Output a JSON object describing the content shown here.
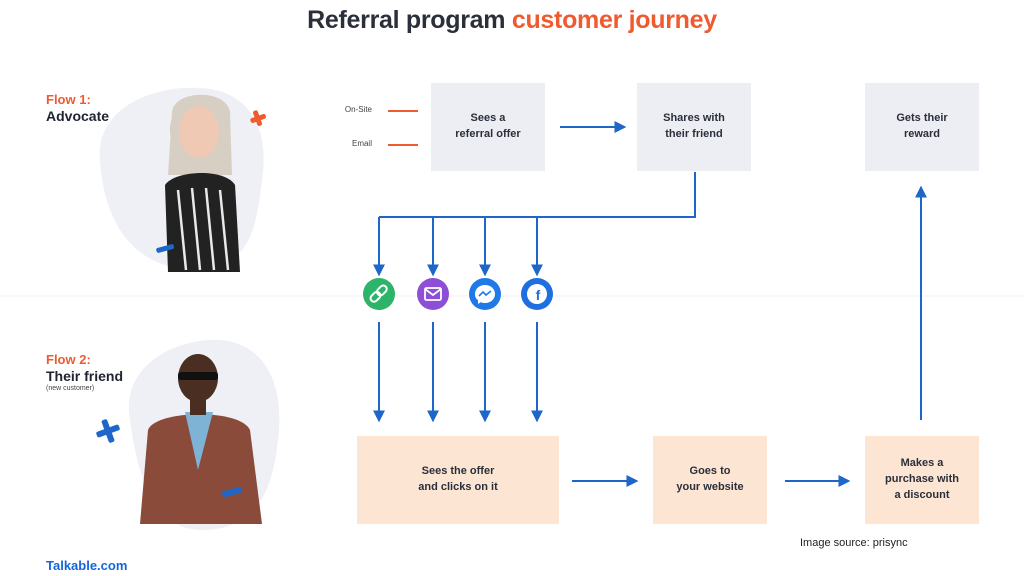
{
  "title": {
    "main": "Referral program",
    "accent": "customer journey"
  },
  "flow1": {
    "number": "Flow 1:",
    "name": "Advocate"
  },
  "flow2": {
    "number": "Flow 2:",
    "name": "Their friend",
    "sub": "(new customer)"
  },
  "channels": [
    "On-Site",
    "Email"
  ],
  "boxes": {
    "sees_offer": "Sees a\nreferral offer",
    "shares": "Shares with\ntheir friend",
    "reward": "Gets their\nreward",
    "clicks": "Sees the offer\nand clicks on it",
    "website": "Goes to\nyour website",
    "purchase": "Makes a\npurchase with\na discount"
  },
  "share_icons": [
    {
      "name": "link-icon",
      "color": "#2db36a"
    },
    {
      "name": "email-icon",
      "color": "#8c4fd6"
    },
    {
      "name": "messenger-icon",
      "color": "#1f7ae8"
    },
    {
      "name": "facebook-icon",
      "color": "#1f6fe0"
    }
  ],
  "colors": {
    "accent": "#ef5a2f",
    "arrow": "#1e66c8",
    "box_grey": "#eceef3",
    "box_peach": "#fde5d3"
  },
  "footer": {
    "brand": "Talkable.com",
    "source": "Image source: prisync"
  }
}
